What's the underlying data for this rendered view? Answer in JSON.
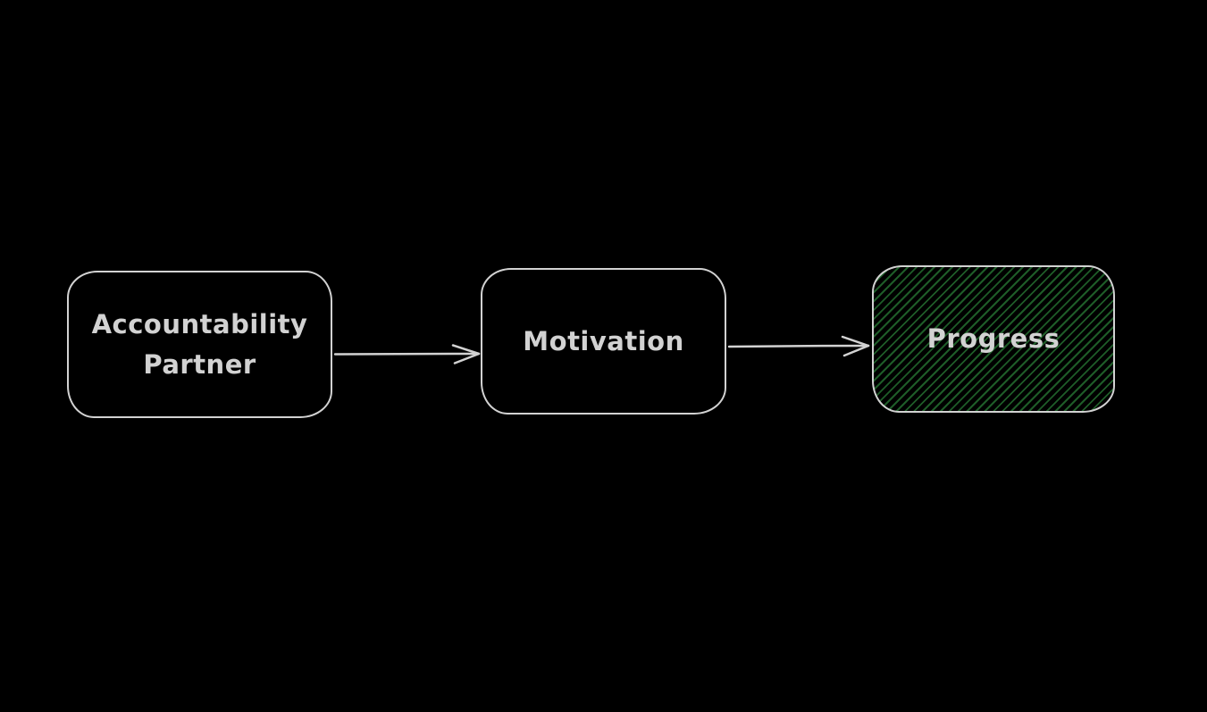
{
  "diagram": {
    "background_color": "#000000",
    "stroke_color": "#d2d2d2",
    "text_color": "#d2d2d2",
    "hatch_fill_color": "#1e5c28",
    "nodes": [
      {
        "id": "accountability-partner",
        "label": "Accountability Partner",
        "fill": "none"
      },
      {
        "id": "motivation",
        "label": "Motivation",
        "fill": "none"
      },
      {
        "id": "progress",
        "label": "Progress",
        "fill": "green-diagonal-hatch"
      }
    ],
    "edges": [
      {
        "from": "accountability-partner",
        "to": "motivation",
        "style": "arrow"
      },
      {
        "from": "motivation",
        "to": "progress",
        "style": "arrow"
      }
    ]
  }
}
